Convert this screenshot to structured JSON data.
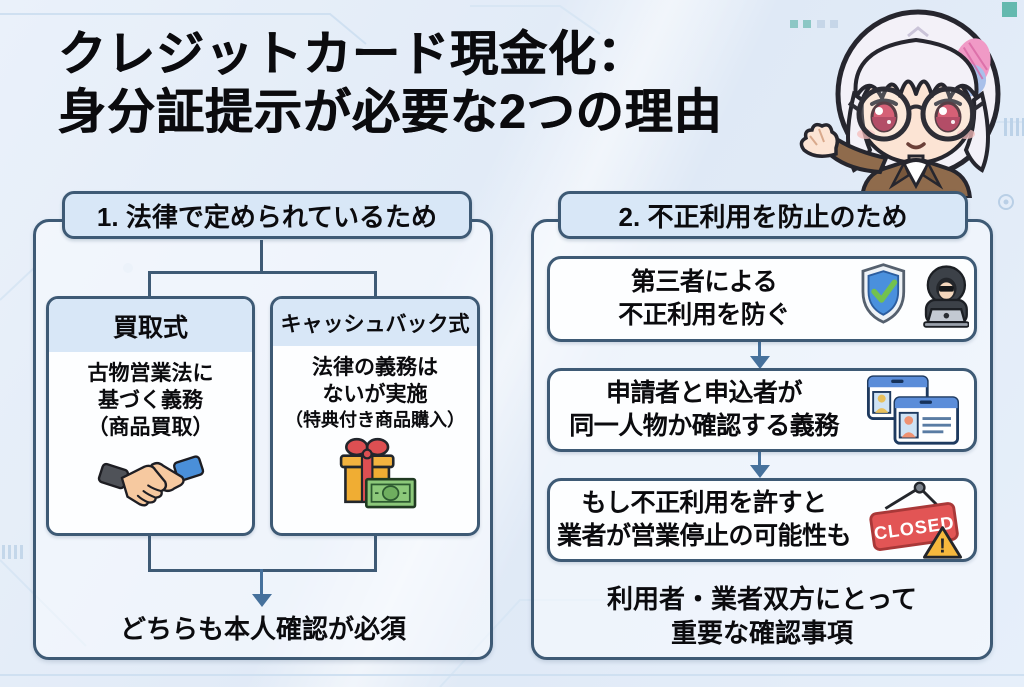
{
  "title": {
    "line1": "クレジットカード現金化：",
    "line2": "身分証提示が必要な2つの理由"
  },
  "left_column": {
    "header": "1. 法律で定められているため",
    "boxes": [
      {
        "title": "買取式",
        "lines": [
          "古物営業法に",
          "基づく義務",
          "（商品買取）"
        ],
        "icon": "handshake-icon"
      },
      {
        "title": "キャッシュバック式",
        "lines": [
          "法律の義務は",
          "ないが実施",
          "（特典付き商品購入）"
        ],
        "icon": "gift-money-icon"
      }
    ],
    "conclusion": "どちらも本人確認が必須"
  },
  "right_column": {
    "header": "2. 不正利用を防止のため",
    "steps": [
      {
        "lines": [
          "第三者による",
          "不正利用を防ぐ"
        ],
        "icon": "shield-hacker-icon"
      },
      {
        "lines": [
          "申請者と申込者が",
          "同一人物か確認する義務"
        ],
        "icon": "id-cards-icon"
      },
      {
        "lines": [
          "もし不正利用を許すと",
          "業者が営業停止の可能性も"
        ],
        "icon": "closed-sign-icon"
      }
    ],
    "conclusion_lines": [
      "利用者・業者双方にとって",
      "重要な確認事項"
    ]
  },
  "labels": {
    "closed_sign": "CLOSED",
    "warning_mark": "!"
  },
  "colors": {
    "background": "#e3edf8",
    "box_border": "#3e5a75",
    "header_fill": "#d8e7f7",
    "arrow": "#46719c",
    "title_text": "#0b0b0e"
  }
}
